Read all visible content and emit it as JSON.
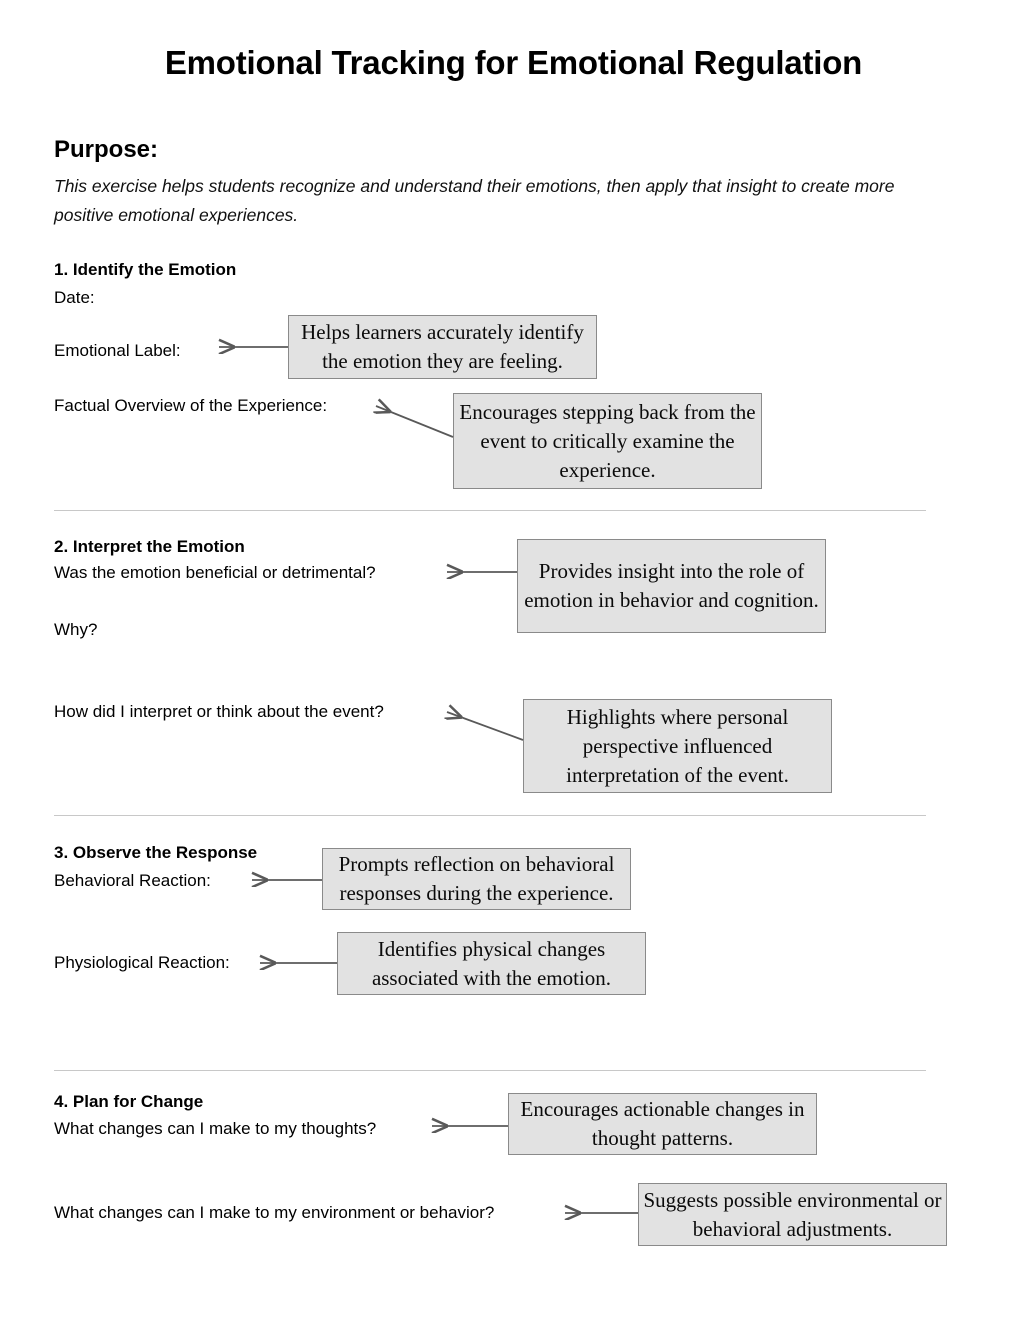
{
  "document": {
    "title": "Emotional Tracking for Emotional Regulation",
    "purpose_heading": "Purpose:",
    "purpose_text": "This exercise helps students recognize and understand their emotions, then apply that insight to create more positive emotional experiences."
  },
  "sections": [
    {
      "heading": "1. Identify the Emotion",
      "fields": [
        {
          "label": "Date:"
        },
        {
          "label": "Emotional Label:"
        },
        {
          "label": "Factual Overview of the Experience:"
        }
      ],
      "callouts": [
        {
          "text": "Helps learners accurately identify the emotion they are feeling."
        },
        {
          "text": "Encourages stepping back from the event to critically examine the experience."
        }
      ]
    },
    {
      "heading": "2. Interpret the Emotion",
      "fields": [
        {
          "label": "Was the emotion beneficial or detrimental?"
        },
        {
          "label": "Why?"
        },
        {
          "label": "How did I interpret or think about the event?"
        }
      ],
      "callouts": [
        {
          "text": "Provides insight into the role of emotion in behavior and cognition."
        },
        {
          "text": "Highlights where personal perspective influenced interpretation of the event."
        }
      ]
    },
    {
      "heading": "3. Observe the Response",
      "fields": [
        {
          "label": "Behavioral Reaction:"
        },
        {
          "label": "Physiological Reaction:"
        }
      ],
      "callouts": [
        {
          "text": "Prompts reflection on behavioral responses during the experience."
        },
        {
          "text": "Identifies physical changes associated with the emotion."
        }
      ]
    },
    {
      "heading": "4. Plan for Change",
      "fields": [
        {
          "label": "What changes can I make to my thoughts?"
        },
        {
          "label": "What changes can I make to my environment or behavior?"
        }
      ],
      "callouts": [
        {
          "text": "Encourages actionable changes in thought patterns."
        },
        {
          "text": "Suggests possible environmental or behavioral adjustments."
        }
      ]
    }
  ],
  "style": {
    "page_background": "#ffffff",
    "text_color": "#000000",
    "callout_fill": "#e2e2e2",
    "callout_border": "#8a8a8a",
    "divider_color": "#c8c8c8",
    "arrow_color": "#595959"
  }
}
